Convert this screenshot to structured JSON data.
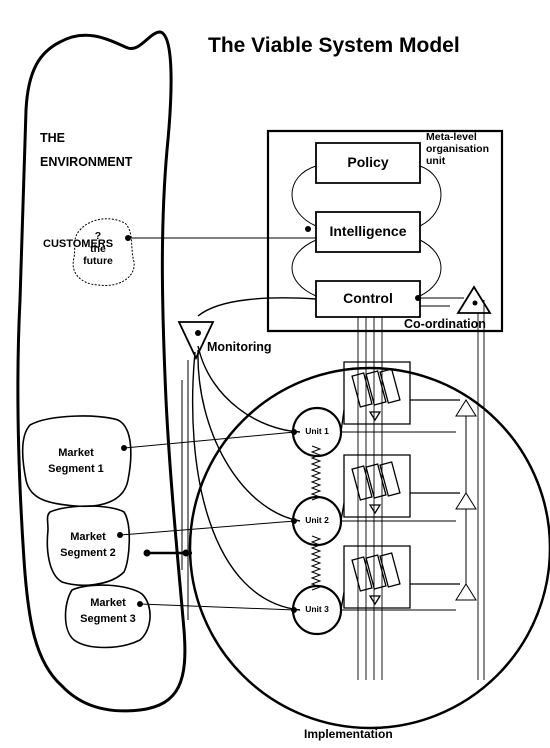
{
  "title": "The Viable System Model",
  "environment": {
    "label_line1": "THE",
    "label_line2": "ENVIRONMENT",
    "customers_label": "CUSTOMERS",
    "future_label": "?\nthe\nfuture",
    "market_segments": [
      "Market\nSegment 1",
      "Market\nSegment 2",
      "Market\nSegment 3"
    ]
  },
  "metasystem": {
    "caption": "Meta-level\norganisation\nunit",
    "boxes": [
      "Policy",
      "Intelligence",
      "Control"
    ],
    "coordination_label": "Co-ordination",
    "monitoring_label": "Monitoring"
  },
  "operations": {
    "units": [
      "Unit 1",
      "Unit 2",
      "Unit 3"
    ],
    "implementation_label": "Implementation"
  }
}
